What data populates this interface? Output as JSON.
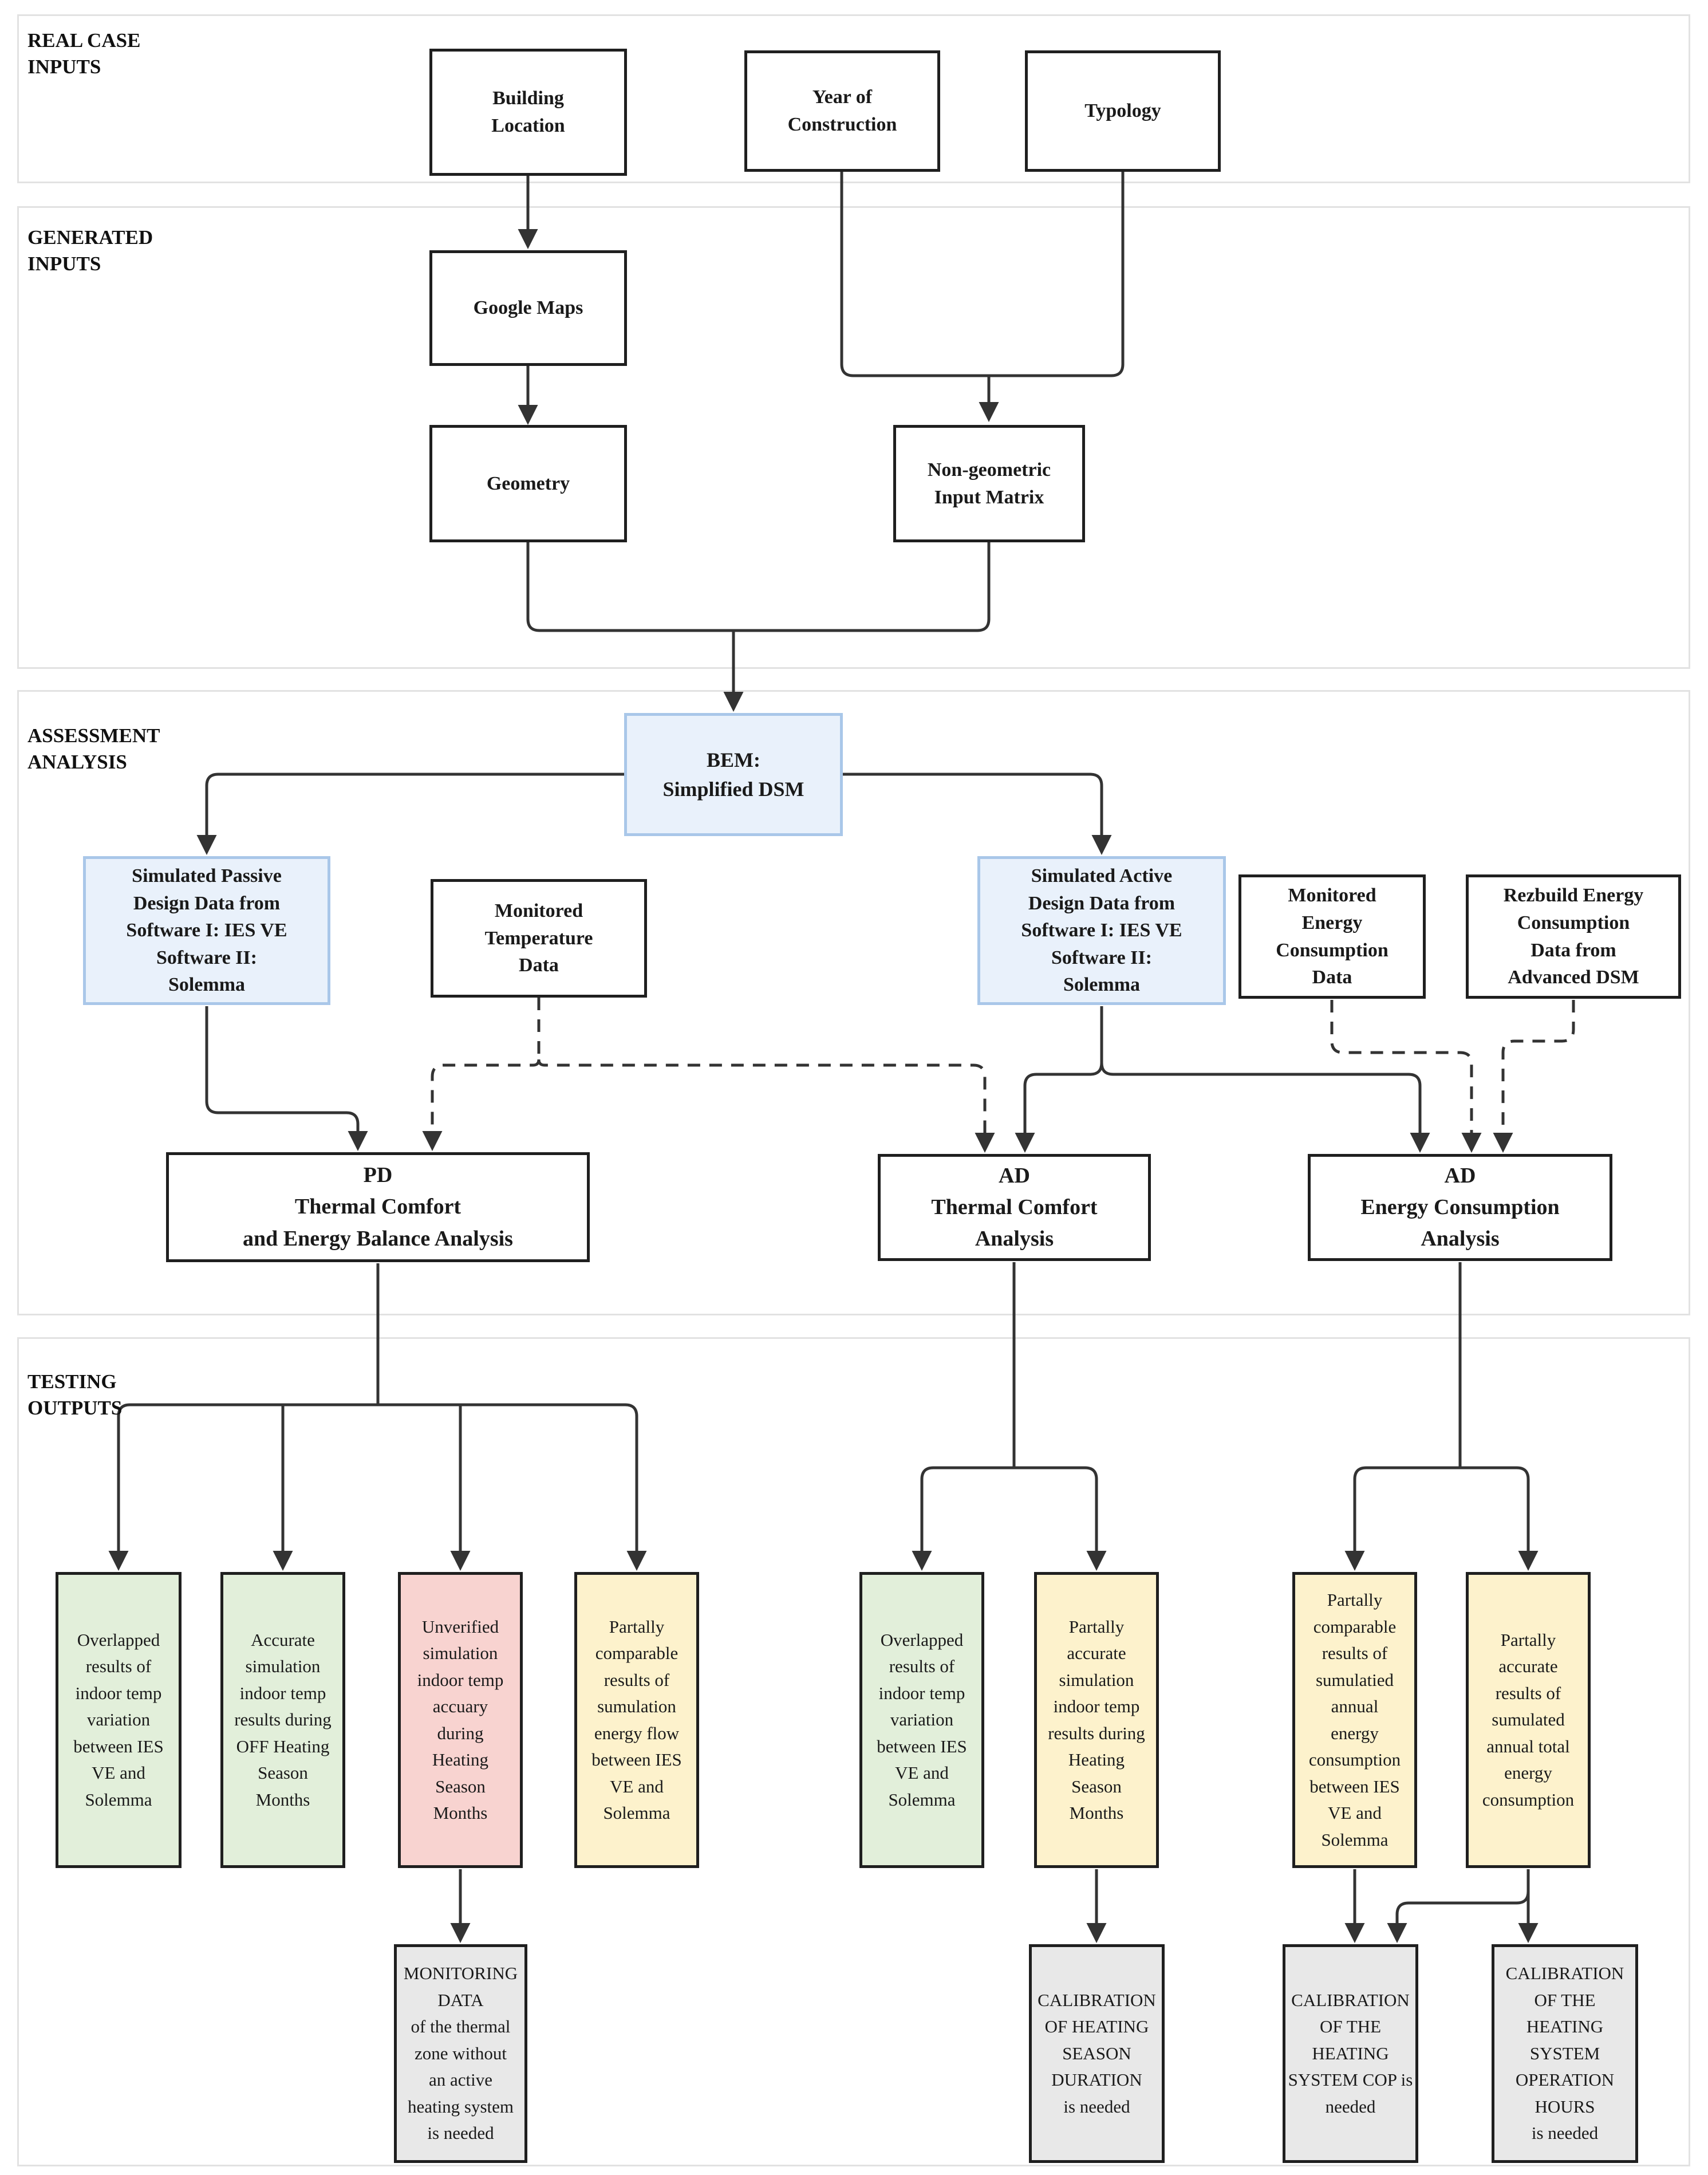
{
  "sections": {
    "real_case": {
      "label": "REAL CASE\nINPUTS"
    },
    "generated": {
      "label": "GENERATED\nINPUTS"
    },
    "assessment": {
      "label": "ASSESSMENT\nANALYSIS"
    },
    "testing": {
      "label": "TESTING\nOUTPUTS"
    }
  },
  "nodes": {
    "building_location": {
      "label": "Building\nLocation"
    },
    "year_of_construction": {
      "label": "Year of\nConstruction"
    },
    "typology": {
      "label": "Typology"
    },
    "google_maps": {
      "label": "Google Maps"
    },
    "geometry": {
      "label": "Geometry"
    },
    "non_geometric_input_matrix": {
      "label": "Non-geometric\nInput Matrix"
    },
    "bem": {
      "label": "BEM:\nSimplified DSM"
    },
    "simulated_passive": {
      "label": "Simulated Passive\nDesign Data from\nSoftware I: IES VE\nSoftware II:\nSolemma"
    },
    "monitored_temperature": {
      "label": "Monitored\nTemperature\nData"
    },
    "simulated_active": {
      "label": "Simulated Active\nDesign Data from\nSoftware I: IES VE\nSoftware II:\nSolemma"
    },
    "monitored_energy": {
      "label": "Monitored\nEnergy\nConsumption\nData"
    },
    "rezbuild": {
      "label": "Rezbuild Energy\nConsumption\nData from\nAdvanced DSM"
    },
    "pd_analysis": {
      "label": "PD\nThermal Comfort\nand Energy Balance Analysis"
    },
    "ad_thermal_analysis": {
      "label": "AD\nThermal Comfort\nAnalysis"
    },
    "ad_energy_analysis": {
      "label": "AD\nEnergy Consumption\nAnalysis"
    },
    "out1": {
      "label": "Overlapped\nresults of\nindoor temp\nvariation\nbetween IES\nVE and\nSolemma"
    },
    "out2": {
      "label": "Accurate\nsimulation\nindoor temp\nresults during\nOFF Heating\nSeason\nMonths"
    },
    "out3": {
      "label": "Unverified\nsimulation\nindoor temp\naccuary\nduring\nHeating\nSeason\nMonths"
    },
    "out4": {
      "label": "Partally\ncomparable\nresults of\nsumulation\nenergy flow\nbetween IES\nVE and\nSolemma"
    },
    "out5": {
      "label": "Overlapped\nresults of\nindoor temp\nvariation\nbetween IES\nVE and\nSolemma"
    },
    "out6": {
      "label": "Partally\naccurate\nsimulation\nindoor temp\nresults during\nHeating\nSeason\nMonths"
    },
    "out7": {
      "label": "Partally\ncomparable\nresults of\nsumulatied\nannual\nenergy\nconsumption\nbetween IES\nVE and\nSolemma"
    },
    "out8": {
      "label": "Partally\naccurate\nresults of\nsumulated\nannual total\nenergy\nconsumption"
    },
    "cal_monitoring": {
      "label": "MONITORING\nDATA\nof the thermal\nzone without\nan active\nheating system\nis needed"
    },
    "cal_season": {
      "label": "CALIBRATION\nOF HEATING\nSEASON\nDURATION\nis needed"
    },
    "cal_cop": {
      "label": "CALIBRATION\nOF THE\nHEATING\nSYSTEM COP is\nneeded"
    },
    "cal_hours": {
      "label": "CALIBRATION\nOF THE\nHEATING\nSYSTEM\nOPERATION\nHOURS\nis needed"
    }
  },
  "colors": {
    "positive_fill": "#e2efda",
    "negative_fill": "#f8d3d0",
    "partial_fill": "#fdf2cc",
    "action_fill": "#e8e8e8",
    "model_fill": "#e9f1fb",
    "model_border": "#a9c7e9",
    "box_border": "#1f1f1f",
    "connector": "#333333",
    "panel_border": "#e2e2e2"
  }
}
